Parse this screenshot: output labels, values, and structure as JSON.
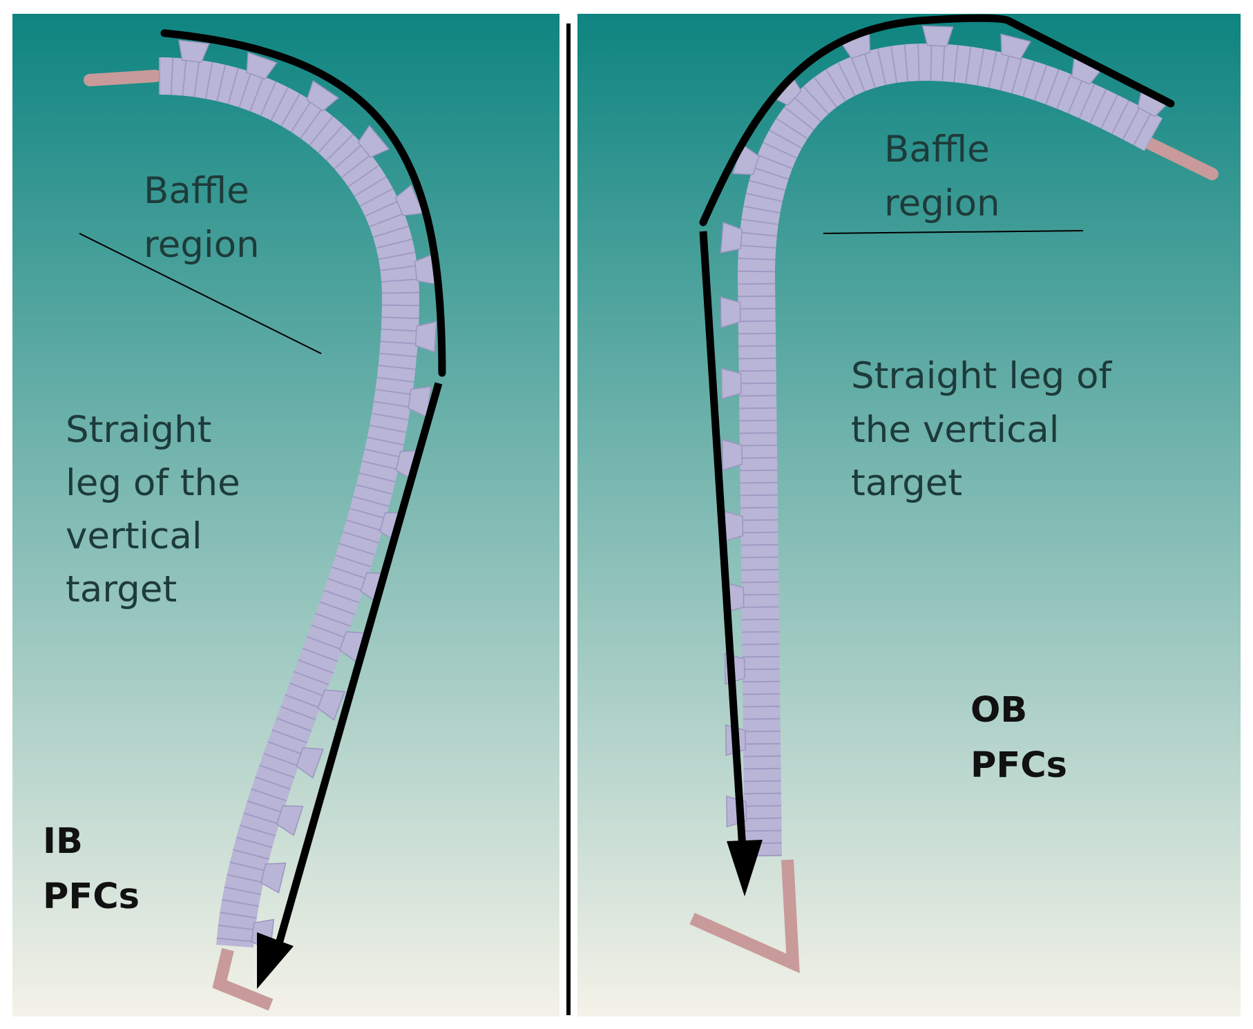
{
  "colors": {
    "gradient_top": "#0e8480",
    "gradient_bottom": "#f4f2e8",
    "pfc_fill": "#b9b5d6",
    "pfc_stroke": "#9a95c0",
    "pipe": "#c89a9a",
    "outline": "#000000"
  },
  "icons": {
    "arrow": "arrowhead-triangle"
  },
  "left_panel": {
    "baffle_label": [
      "Baffle",
      "region"
    ],
    "leg_label": [
      "Straight",
      "leg of the",
      "vertical",
      "target"
    ],
    "pfc_label": [
      "IB",
      "PFCs"
    ]
  },
  "right_panel": {
    "baffle_label": [
      "Baffle",
      "region"
    ],
    "leg_label": [
      "Straight leg of",
      "the vertical",
      "target"
    ],
    "pfc_label": [
      "OB",
      "PFCs"
    ]
  }
}
